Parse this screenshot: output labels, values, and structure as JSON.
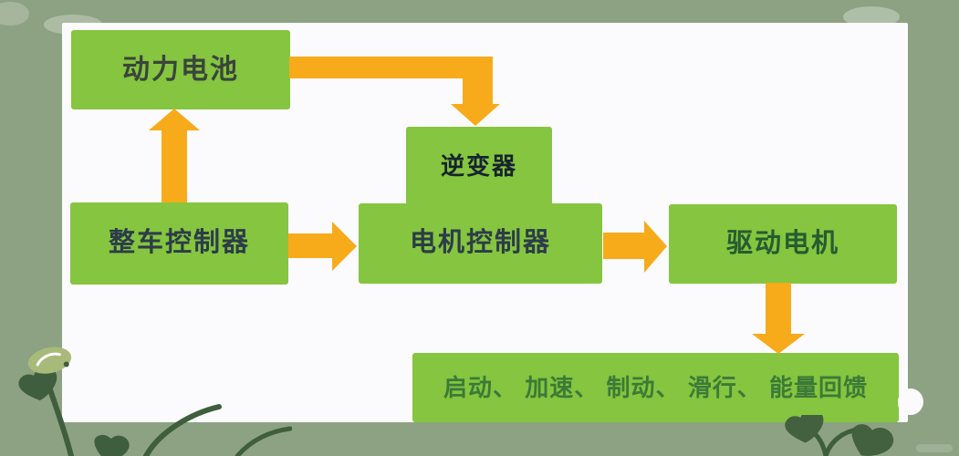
{
  "diagram": {
    "type": "flowchart",
    "nodes": [
      {
        "id": "battery",
        "label": "动力电池"
      },
      {
        "id": "inverter",
        "label": "逆变器"
      },
      {
        "id": "vcu",
        "label": "整车控制器"
      },
      {
        "id": "mcu",
        "label": "电机控制器"
      },
      {
        "id": "motor",
        "label": "驱动电机"
      },
      {
        "id": "functions",
        "label": "启动、 加速、 制动、 滑行、 能量回馈",
        "items": [
          "启动",
          "加速",
          "制动",
          "滑行",
          "能量回馈"
        ]
      }
    ],
    "edges": [
      {
        "from": "vcu",
        "to": "battery",
        "direction": "up"
      },
      {
        "from": "battery",
        "to": "inverter",
        "direction": "right-then-down"
      },
      {
        "from": "vcu",
        "to": "mcu",
        "direction": "right"
      },
      {
        "from": "mcu",
        "to": "motor",
        "direction": "right"
      },
      {
        "from": "motor",
        "to": "functions",
        "direction": "down"
      }
    ],
    "colors": {
      "background": "#8ca283",
      "canvas": "#fbfbfd",
      "node_fill": "#85c53f",
      "arrow": "#f8ab1a",
      "battery_text": "#39453c",
      "inverter_text": "#17232f",
      "controller_text": "#2c3c49",
      "motor_text": "#265c31",
      "functions_text": "#3c7a38",
      "plant_dark": "#3f5e3e",
      "plant_light": "#a8ba79",
      "cloud": "#acbca4"
    }
  }
}
